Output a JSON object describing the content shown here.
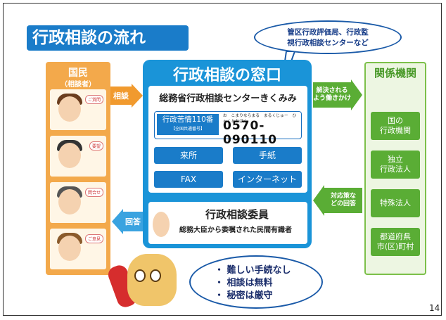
{
  "title": "行政相談の流れ",
  "top_bubble": {
    "line1": "管区行政評価局、行政監",
    "line2": "視行政相談センターなど"
  },
  "citizen": {
    "title": "国民",
    "subtitle": "（相談者）",
    "people": [
      {
        "tag": "ご質問"
      },
      {
        "tag": "要望"
      },
      {
        "tag": "問合せ"
      },
      {
        "tag": "ご意見"
      }
    ]
  },
  "arrows": {
    "consult": "相談",
    "answer": "回答",
    "resolve_line1": "解決される",
    "resolve_line2": "よう働きかけ",
    "response_line1": "対応策な",
    "response_line2": "どの回答"
  },
  "window": {
    "title": "行政相談の窓口",
    "center_name": "総務省行政相談センターきくみみ",
    "hotline_label": "行政苦情110番",
    "hotline_sub": "【全国共通番号】",
    "hotline_furigana": "お　こまりならまる　まるくじゅー　ひゃくとおばん",
    "hotline_number": "0570-090110",
    "channels": [
      "来所",
      "手紙",
      "FAX",
      "インターネット"
    ]
  },
  "committee": {
    "title": "行政相談委員",
    "subtitle": "総務大臣から委嘱された民間有識者"
  },
  "agencies": {
    "title": "関係機関",
    "items": [
      "国の\n行政機関",
      "独立\n行政法人",
      "特殊法人",
      "都道府県\n市(区)町村"
    ]
  },
  "benefits": [
    "・ 難しい手続なし",
    "・ 相談は無料",
    "・ 秘密は厳守"
  ],
  "page_number": "14",
  "colors": {
    "blue": "#1a94d8",
    "orange": "#f19a2e",
    "green": "#5aad35",
    "navy": "#1a2d6b"
  }
}
